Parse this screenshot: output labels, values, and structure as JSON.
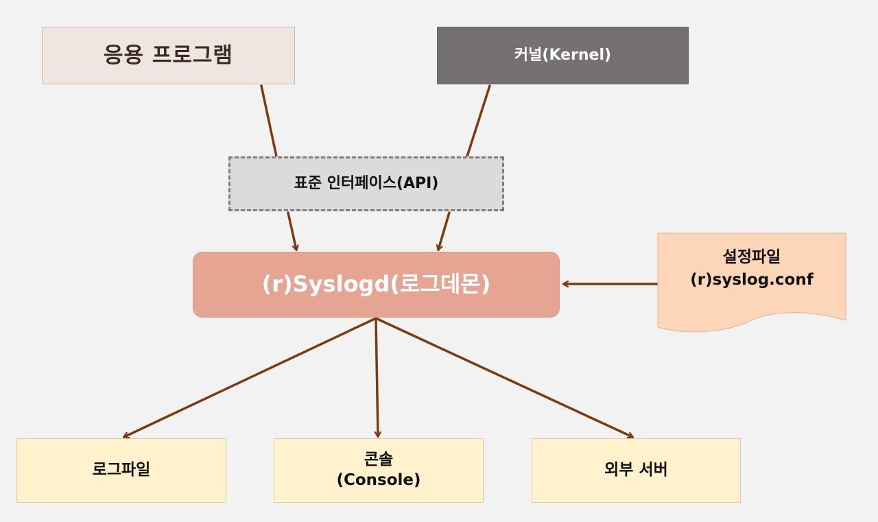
{
  "diagram": {
    "app_box": {
      "label": "응용 프로그램"
    },
    "kernel_box": {
      "label": "커널(Kernel)"
    },
    "api_box": {
      "label": "표준 인터페이스(API)"
    },
    "syslogd_box": {
      "label": "(r)Syslogd(로그데몬)"
    },
    "config_doc": {
      "line1": "설정파일",
      "line2": "(r)syslog.conf"
    },
    "outputs": {
      "logfile": {
        "label": "로그파일"
      },
      "console": {
        "line1": "콘솔",
        "line2": "(Console)"
      },
      "remote": {
        "label": "외부 서버"
      }
    },
    "colors": {
      "background": "#f2f2f2",
      "arrow": "#7b3a10",
      "app_fill": "#efe6e1",
      "kernel_fill": "#767171",
      "api_fill": "#dbdbdb",
      "syslogd_fill": "#e5a592",
      "config_fill": "#fdd5b8",
      "output_fill": "#fff2cc"
    }
  }
}
